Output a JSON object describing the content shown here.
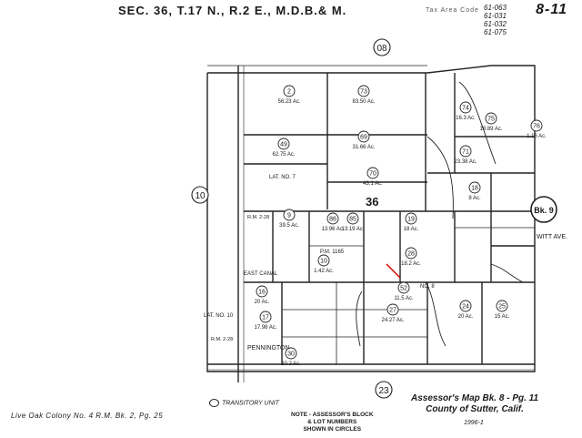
{
  "header": {
    "title": "SEC. 36, T.17 N., R.2 E., M.D.B.& M.",
    "sheet": "8-11",
    "tra_label": "Tax Area Code",
    "tra_codes": [
      "61-063",
      "61-031",
      "61-032",
      "61-075"
    ]
  },
  "sections": {
    "north": "08",
    "west": "10",
    "south": "23",
    "center": "36",
    "book_ref": "Bk. 9"
  },
  "roads": {
    "lat7": "LAT. NO. 7",
    "lat8": "NO. 8",
    "east_canal": "EAST CANAL",
    "witt": "WITT AVE.",
    "pennington": "PENNINGTON",
    "lat10": "LAT. NO. 10",
    "rm": "R.M. 2-28",
    "rm2": "R.M. 2-28",
    "ph": "P.M. 1165"
  },
  "parcels": [
    {
      "num": "2",
      "acres": "56.23 Ac."
    },
    {
      "num": "73",
      "acres": "83.50 Ac."
    },
    {
      "num": "49",
      "acres": "62.75 Ac."
    },
    {
      "num": "69",
      "acres": "31.66 Ac."
    },
    {
      "num": "70",
      "acres": "43.1 Ac."
    },
    {
      "num": "9",
      "acres": "39.5 Ac."
    },
    {
      "num": "86",
      "acres": "13.96 Ac."
    },
    {
      "num": "85",
      "acres": "13.19 Ac."
    },
    {
      "num": "19",
      "acres": "18 Ac."
    },
    {
      "num": "28",
      "acres": "18.2 Ac."
    },
    {
      "num": "74",
      "acres": "16.3 Ac."
    },
    {
      "num": "75",
      "acres": "18.89 Ac."
    },
    {
      "num": "76",
      "acres": "1.16 Ac."
    },
    {
      "num": "71",
      "acres": "23.38 Ac."
    },
    {
      "num": "18",
      "acres": "8 Ac."
    },
    {
      "num": "16",
      "acres": "20 Ac."
    },
    {
      "num": "17",
      "acres": "17.98 Ac."
    },
    {
      "num": "10",
      "acres": "1.42 Ac."
    },
    {
      "num": "30",
      "acres": "20.2 Ac."
    },
    {
      "num": "27",
      "acres": "24.27 Ac."
    },
    {
      "num": "24",
      "acres": "20 Ac."
    },
    {
      "num": "25",
      "acres": "15 Ac."
    },
    {
      "num": "52",
      "acres": "11.5 Ac."
    }
  ],
  "footer": {
    "colony": "Live Oak Colony No. 4 R.M. Bk. 2, Pg. 25",
    "legend": "TRANSITORY UNIT",
    "note_lines": [
      "NOTE - ASSESSOR'S BLOCK",
      "& LOT NUMBERS",
      "SHOWN IN CIRCLES"
    ],
    "assessor_lines": [
      "Assessor's Map Bk. 8 - Pg. 11",
      "County of Sutter, Calif."
    ],
    "year": "1996-1"
  }
}
